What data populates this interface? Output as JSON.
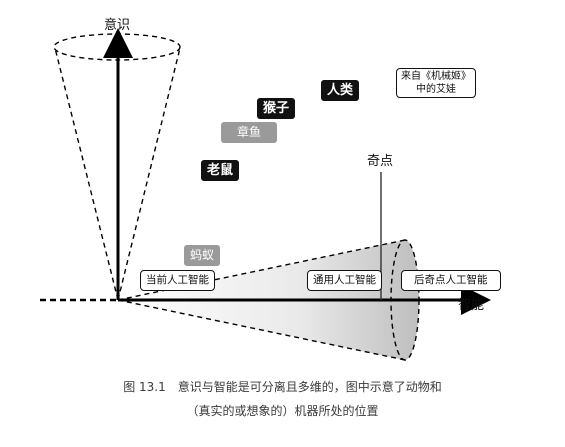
{
  "figure": {
    "axis_consciousness": "意识",
    "axis_intelligence": "智能",
    "singularity": "奇点",
    "animals": {
      "human": "人类",
      "monkey": "猴子",
      "octopus": "章鱼",
      "mouse": "老鼠",
      "ant": "蚂蚁"
    },
    "machines": {
      "current_ai": "当前人工智能",
      "general_ai": "通用人工智能",
      "post_singularity_ai": "后奇点人工智能"
    },
    "ex_machina_note_line1": "来自《机械姬》",
    "ex_machina_note_line2": "中的艾娃"
  },
  "caption": {
    "line1": "图 13.1　意识与智能是可分离且多维的，图中示意了动物和",
    "line2": "（真实的或想象的）机器所处的位置"
  }
}
